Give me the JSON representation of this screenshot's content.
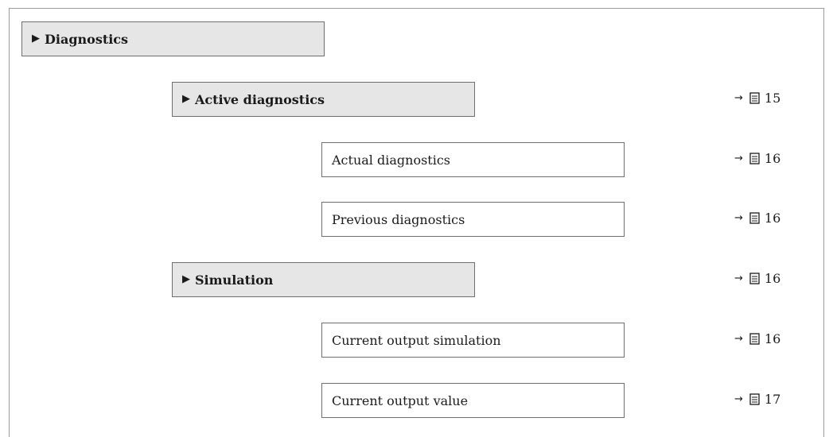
{
  "root": {
    "label": "Diagnostics"
  },
  "rows": [
    {
      "kind": "menu",
      "label": "Active diagnostics",
      "page": "15"
    },
    {
      "kind": "param",
      "label": "Actual diagnostics",
      "page": "16"
    },
    {
      "kind": "param",
      "label": "Previous diagnostics",
      "page": "16"
    },
    {
      "kind": "menu",
      "label": "Simulation",
      "page": "16"
    },
    {
      "kind": "param",
      "label": "Current output simulation",
      "page": "16"
    },
    {
      "kind": "param",
      "label": "Current output value",
      "page": "17"
    }
  ],
  "symbols": {
    "expand": "▶",
    "arrow": "→"
  }
}
